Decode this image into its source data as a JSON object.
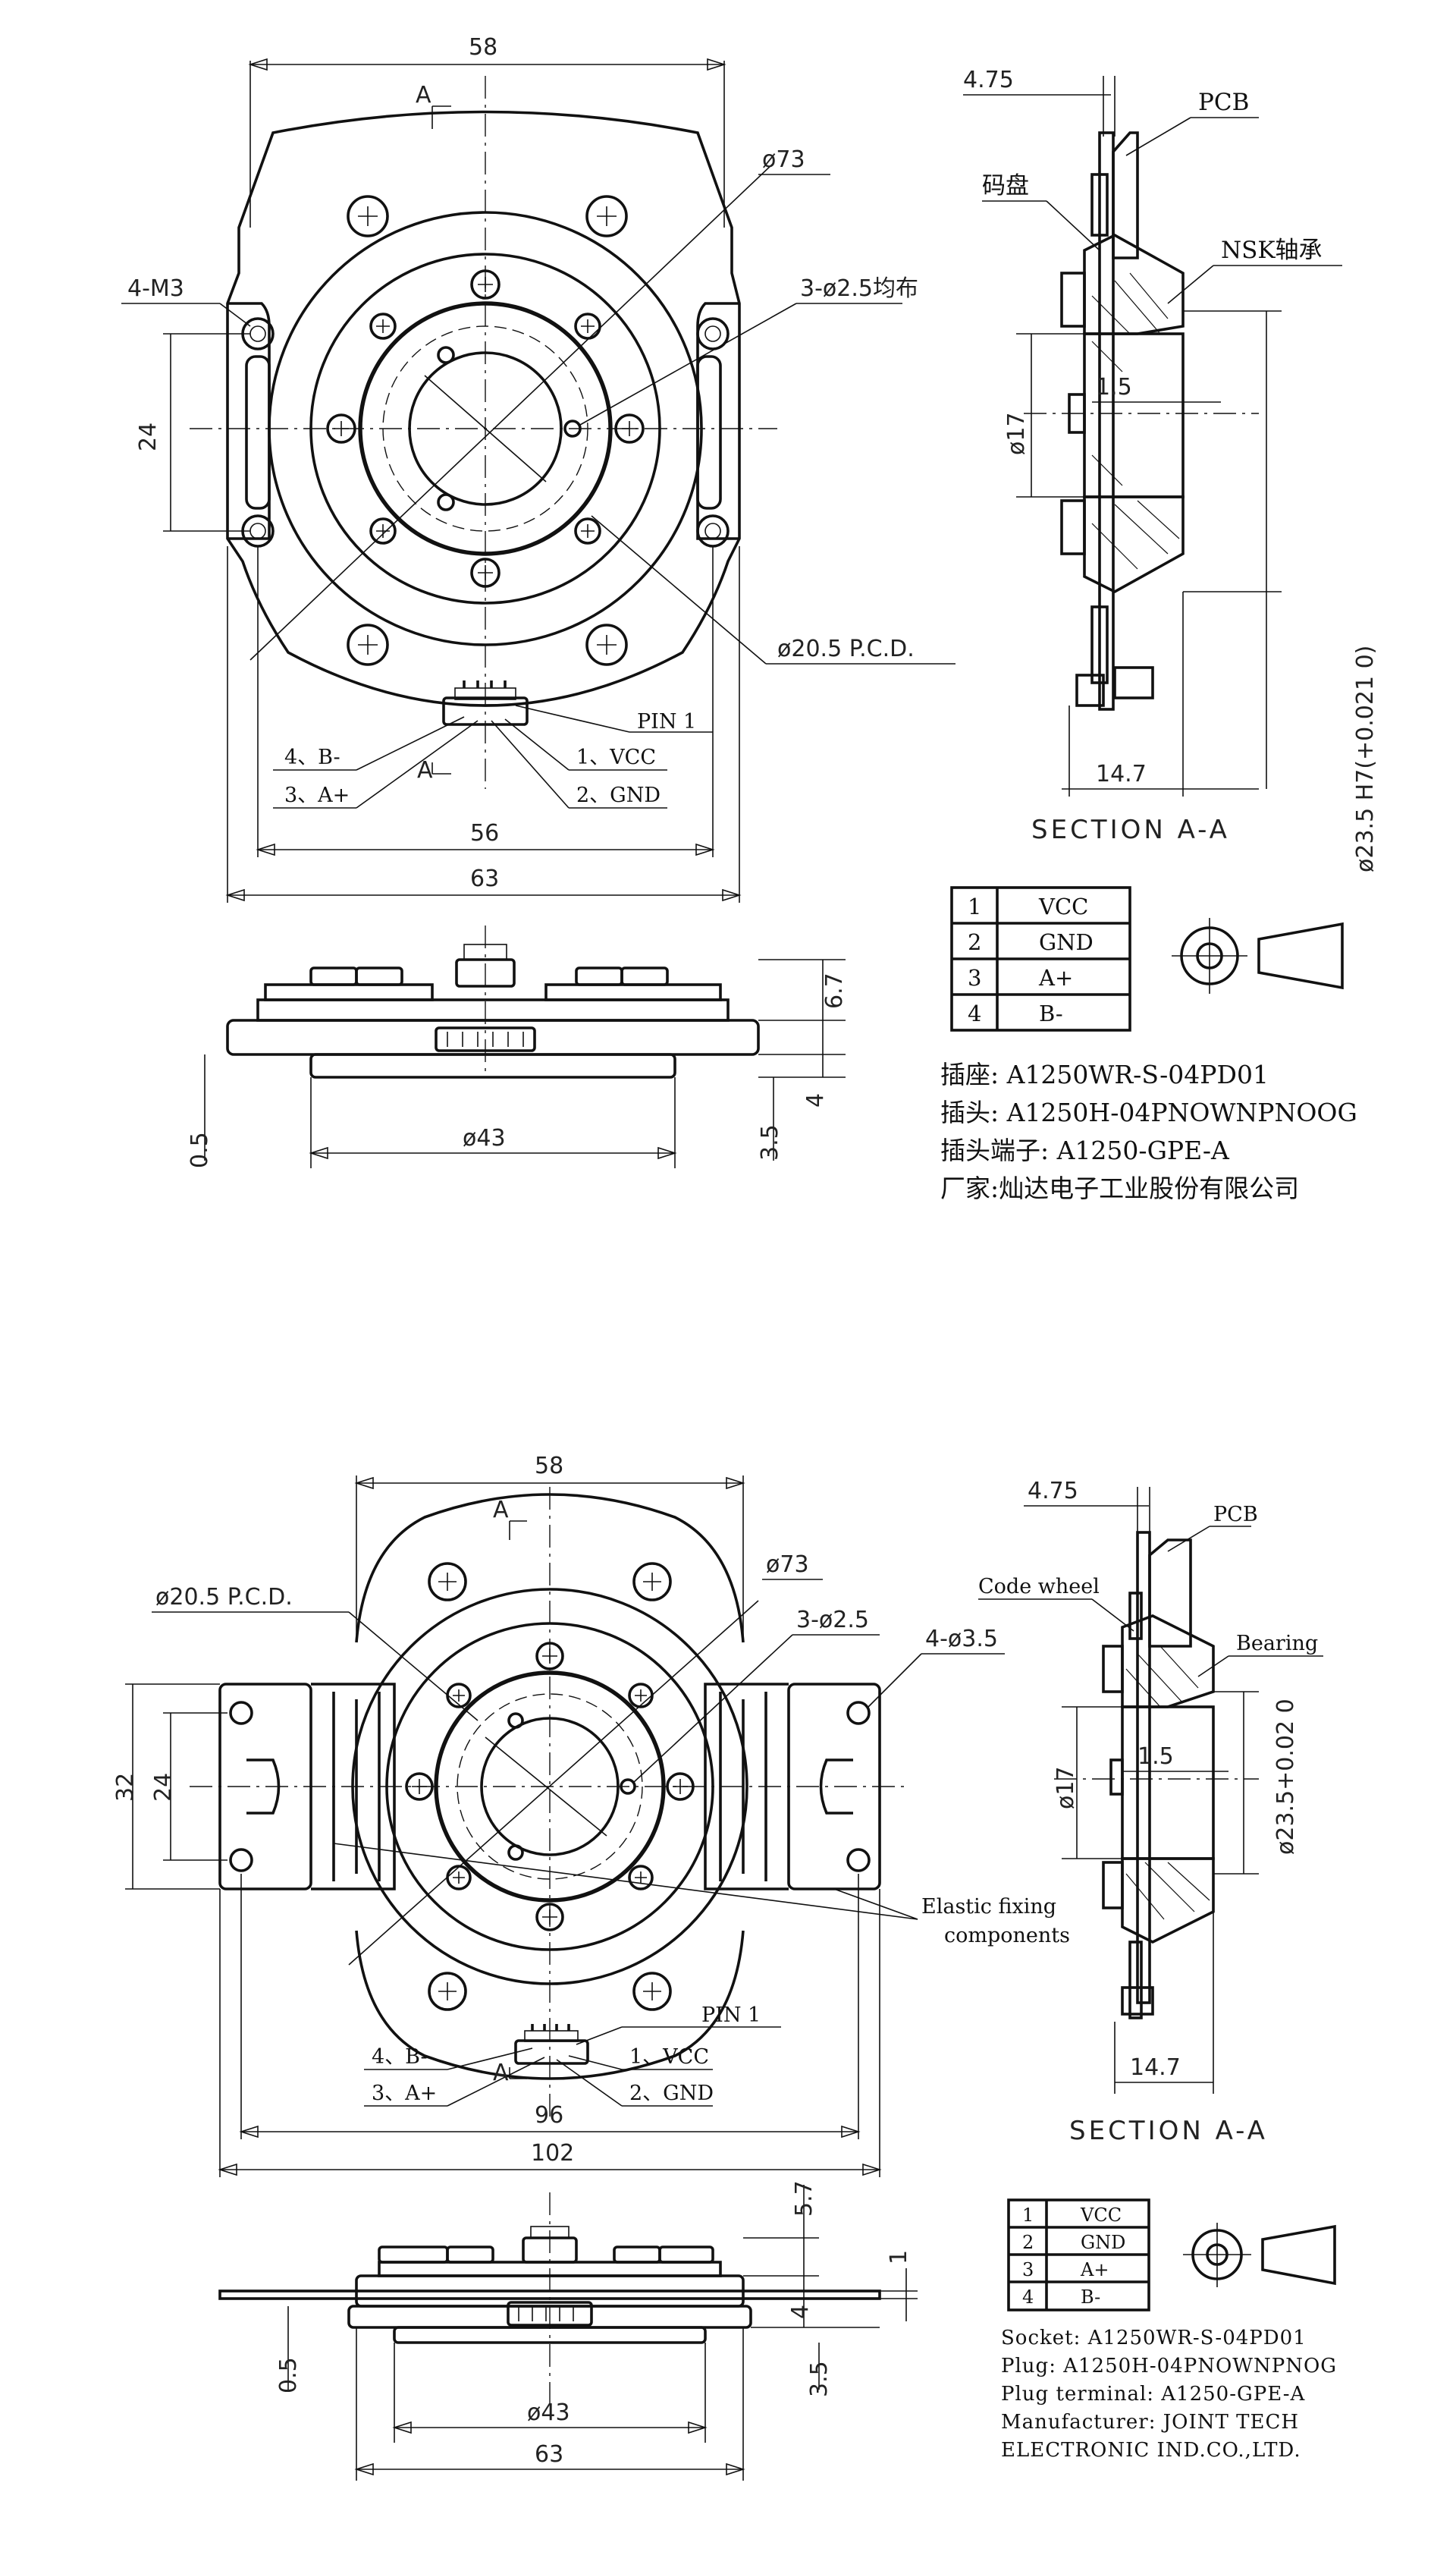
{
  "top": {
    "dims": {
      "width_58": "58",
      "section_mark": "A",
      "dia73": "ø73",
      "m3": "4-M3",
      "holes": "3-ø2.5均布",
      "h24": "24",
      "pcd": "ø20.5 P.C.D.",
      "pin1": "PIN 1",
      "pin4": "4、B-",
      "pin3": "3、A+",
      "pin1v": "1、VCC",
      "pin2": "2、GND",
      "w56": "56",
      "w63": "63",
      "s67": "6.7",
      "s4": "4",
      "s05": "0.5",
      "s35": "3.5",
      "d43": "ø43"
    },
    "section": {
      "w475": "4.75",
      "pcb": "PCB",
      "codewheel": "码盘",
      "bearing": "NSK轴承",
      "d17": "ø17",
      "d15": "1.5",
      "bore": "ø23.5 H7(+0.021 0)",
      "w147": "14.7",
      "title": "SECTION A-A"
    },
    "pins": [
      {
        "no": "1",
        "name": "VCC"
      },
      {
        "no": "2",
        "name": "GND"
      },
      {
        "no": "3",
        "name": "A+"
      },
      {
        "no": "4",
        "name": "B-"
      }
    ],
    "spec": [
      "插座: A1250WR-S-04PD01",
      "插头: A1250H-04PNOWNPNOOG",
      "插头端子: A1250-GPE-A",
      "厂家:灿达电子工业股份有限公司"
    ]
  },
  "bottom": {
    "dims": {
      "width_58": "58",
      "section_mark": "A",
      "dia73": "ø73",
      "pcd": "ø20.5 P.C.D.",
      "holes": "3-ø2.5",
      "holes35": "4-ø3.5",
      "h32": "32",
      "h24": "24",
      "elastic1": "Elastic fixing",
      "elastic2": "components",
      "pin1": "PIN 1",
      "pin4": "4、B-",
      "pin3": "3、A+",
      "pin1v": "1、VCC",
      "pin2": "2、GND",
      "w96": "96",
      "w102": "102",
      "s57": "5.7",
      "s1": "1",
      "s4": "4",
      "s05": "0.5",
      "s35": "3.5",
      "d43": "ø43",
      "w63": "63"
    },
    "section": {
      "w475": "4.75",
      "pcb": "PCB",
      "codewheel": "Code wheel",
      "bearing": "Bearing",
      "d17": "ø17",
      "d15": "1.5",
      "bore": "ø23.5+0.02 0",
      "w147": "14.7",
      "title": "SECTION A-A"
    },
    "pins": [
      {
        "no": "1",
        "name": "VCC"
      },
      {
        "no": "2",
        "name": "GND"
      },
      {
        "no": "3",
        "name": "A+"
      },
      {
        "no": "4",
        "name": "B-"
      }
    ],
    "spec": [
      "Socket: A1250WR-S-04PD01",
      "Plug: A1250H-04PNOWNPNOG",
      "Plug terminal: A1250-GPE-A",
      "Manufacturer: JOINT TECH",
      "ELECTRONIC IND.CO.,LTD."
    ]
  }
}
